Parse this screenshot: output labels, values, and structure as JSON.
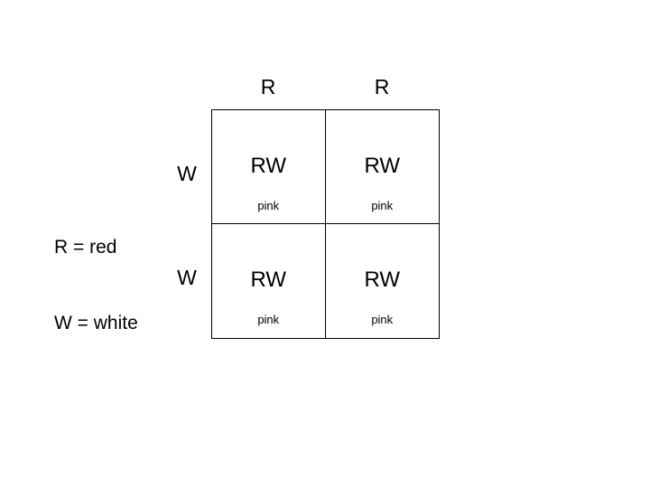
{
  "legend": {
    "lines": [
      "R = red",
      "W = white"
    ]
  },
  "punnett": {
    "column_headers": [
      "R",
      "R"
    ],
    "row_headers": [
      "W",
      "W"
    ],
    "cells": [
      [
        {
          "genotype": "RW",
          "phenotype": "pink"
        },
        {
          "genotype": "RW",
          "phenotype": "pink"
        }
      ],
      [
        {
          "genotype": "RW",
          "phenotype": "pink"
        },
        {
          "genotype": "RW",
          "phenotype": "pink"
        }
      ]
    ]
  },
  "colors": {
    "background": "#ffffff",
    "text": "#000000",
    "grid_line": "#000000"
  }
}
